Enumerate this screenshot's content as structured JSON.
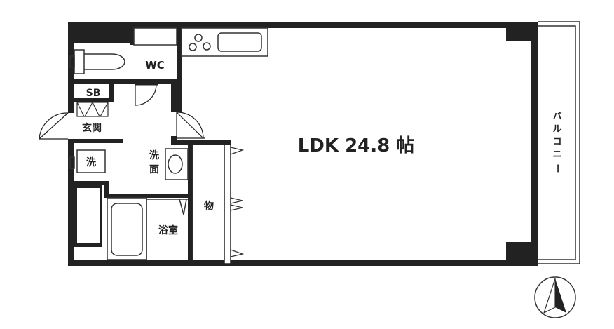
{
  "rooms": {
    "ldk": "LDK 24.8 帖",
    "wc": "WC",
    "sb": "SB",
    "genkan": "玄関",
    "sen": "洗",
    "senmen": [
      "洗",
      "面"
    ],
    "mono": "物",
    "yokushitsu": "浴室",
    "balcony": [
      "バ",
      "ル",
      "コ",
      "ニ",
      "ー"
    ]
  },
  "colors": {
    "wall": "#222222",
    "fixture_stroke": "#333333",
    "background": "#ffffff"
  },
  "icons": {
    "north": "north-arrow-icon"
  }
}
